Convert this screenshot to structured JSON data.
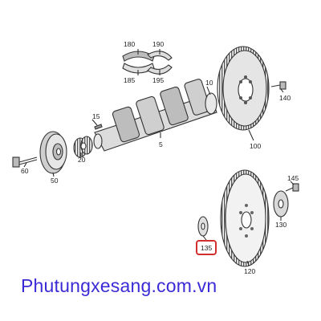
{
  "parts": {
    "p180": "180",
    "p185": "185",
    "p190": "190",
    "p195": "195",
    "p10": "10",
    "p140": "140",
    "p15": "15",
    "p5": "5",
    "p100": "100",
    "p20": "20",
    "p60": "60",
    "p50": "50",
    "p145": "145",
    "p130": "130",
    "p135": "135",
    "p120": "120"
  },
  "highlight": {
    "part": "135",
    "color": "#d32f2f"
  },
  "watermark": "Phutungxesang.com.vn",
  "colors": {
    "line": "#222222",
    "shading": "#9e9e9e",
    "watermark": "#3a2bd6"
  }
}
